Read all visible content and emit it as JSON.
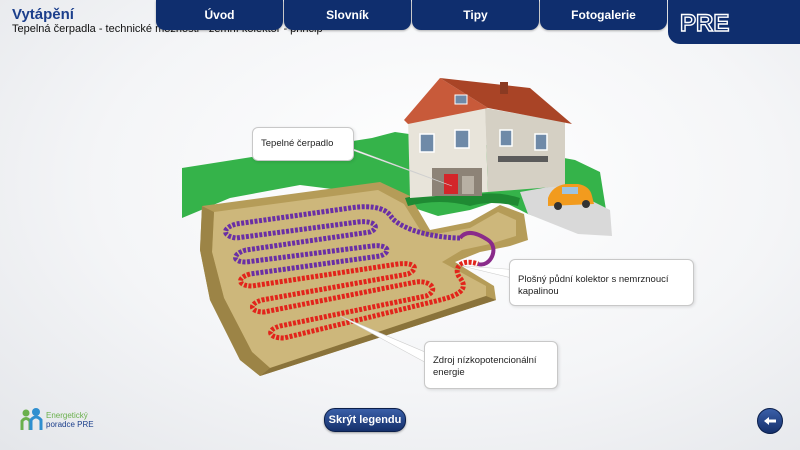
{
  "header": {
    "title": "Vytápění",
    "subtitle": "Tepelná čerpadla - technické možnosti - zemní kolektor - princip"
  },
  "nav": [
    {
      "label": "Úvod"
    },
    {
      "label": "Slovník"
    },
    {
      "label": "Tipy"
    },
    {
      "label": "Fotogalerie"
    }
  ],
  "logo": {
    "text": "PRE"
  },
  "callouts": {
    "heat_pump": "Tepelné čerpadlo",
    "collector": "Plošný půdní kolektor s nemrznoucí kapalinou",
    "source": "Zdroj nízkopotencionální energie"
  },
  "footer": {
    "advisor_line1": "Energetický",
    "advisor_line2": "poradce PRE",
    "legend_button": "Skrýt legendu",
    "back_icon": "back-arrow-icon"
  },
  "colors": {
    "navy": "#0f2e6e",
    "accent_red": "#e2241b",
    "grass": "#35b34a",
    "soil": "#c9b276"
  }
}
